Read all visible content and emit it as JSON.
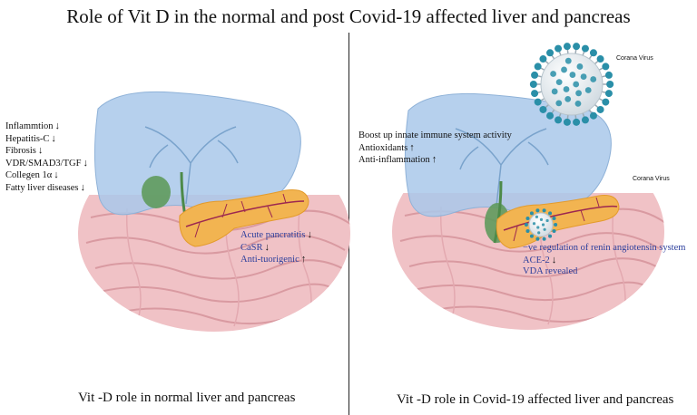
{
  "title": "Role of Vit D in the normal and post Covid-19 affected liver and pancreas",
  "left_panel": {
    "liver_labels": [
      {
        "text": "Inflammtion",
        "arrow": "↓"
      },
      {
        "text": "Hepatitis-C",
        "arrow": "↓"
      },
      {
        "text": "Fibrosis",
        "arrow": "↓"
      },
      {
        "text": "VDR/SMAD3/TGF",
        "arrow": "↓"
      },
      {
        "text": "Collegen 1α",
        "arrow": "↓"
      },
      {
        "text": "Fatty liver diseases",
        "arrow": "↓"
      }
    ],
    "pancreas_labels": [
      {
        "text": "Acute pancratitis",
        "arrow": "↓"
      },
      {
        "text": "CaSR",
        "arrow": "↓"
      },
      {
        "text": "Anti-tuorigenic",
        "arrow": "↑"
      }
    ],
    "caption": "Vit -D role in normal liver and pancreas"
  },
  "right_panel": {
    "virus_label_1": "Corana Virus",
    "virus_label_2": "Corana Virus",
    "immune_labels": [
      {
        "text": "Boost up innate immune system activity",
        "arrow": ""
      },
      {
        "text": "Antioxidants",
        "arrow": "↑"
      },
      {
        "text": "Anti-inflammation",
        "arrow": "↑"
      }
    ],
    "raas_labels": [
      {
        "text": "−ve regulation of renin angiotensin system",
        "arrow": ""
      },
      {
        "text": "ACE-2",
        "arrow": "↓"
      },
      {
        "text": "VDA revealed",
        "arrow": ""
      }
    ],
    "caption": "Vit -D role in Covid-19 affected liver and pancreas"
  },
  "colors": {
    "liver": "#a9c8ea",
    "intestine": "#f0c2c6",
    "pancreas": "#f2b451",
    "gallbladder": "#5f9a5c",
    "virus_body": "#e8eef2",
    "virus_spike": "#2a8fa8",
    "text_blue": "#2b3e9c"
  }
}
